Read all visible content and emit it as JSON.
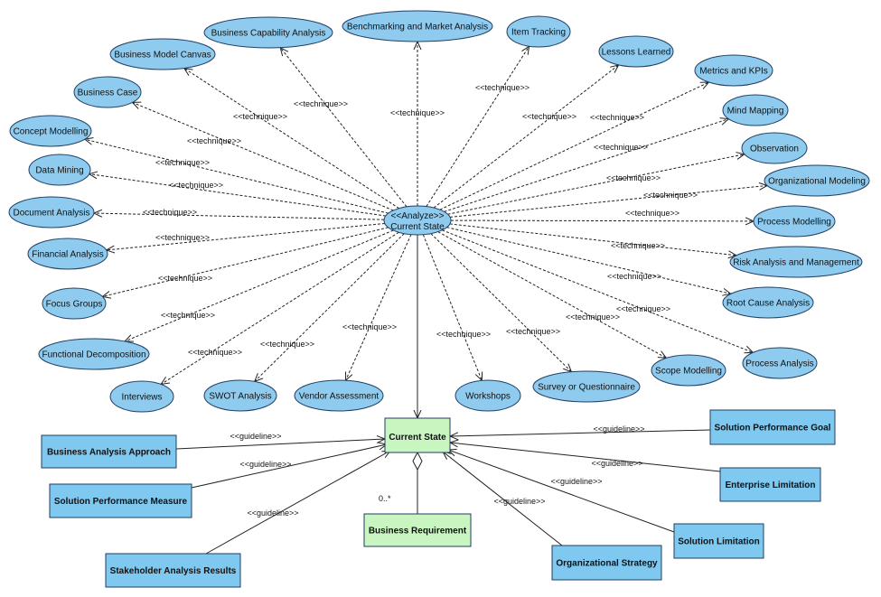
{
  "center": {
    "line1": "<<Analyze>>",
    "line2": "Current State"
  },
  "stereotype_technique": "<<technique>>",
  "stereotype_guideline": "<<guideline>>",
  "techniques": [
    "Business Capability Analysis",
    "Benchmarking and Market Analysis",
    "Item Tracking",
    "Business Model Canvas",
    "Lessons Learned",
    "Metrics and KPIs",
    "Business Case",
    "Mind Mapping",
    "Concept Modelling",
    "Observation",
    "Data Mining",
    "Organizational Modeling",
    "Document Analysis",
    "Process Modelling",
    "Financial Analysis",
    "Risk Analysis and Management",
    "Focus Groups",
    "Root Cause Analysis",
    "Functional Decomposition",
    "Process Analysis",
    "Scope Modelling",
    "Interviews",
    "SWOT Analysis",
    "Vendor Assessment",
    "Workshops",
    "Survey or Questionnaire"
  ],
  "current_state": "Current State",
  "business_requirement": "Business Requirement",
  "multiplicity": "0..*",
  "guidelines": [
    "Business Analysis Approach",
    "Solution Performance Measure",
    "Stakeholder Analysis Results",
    "Organizational Strategy",
    "Solution Limitation",
    "Enterprise Limitation",
    "Solution Performance Goal"
  ]
}
